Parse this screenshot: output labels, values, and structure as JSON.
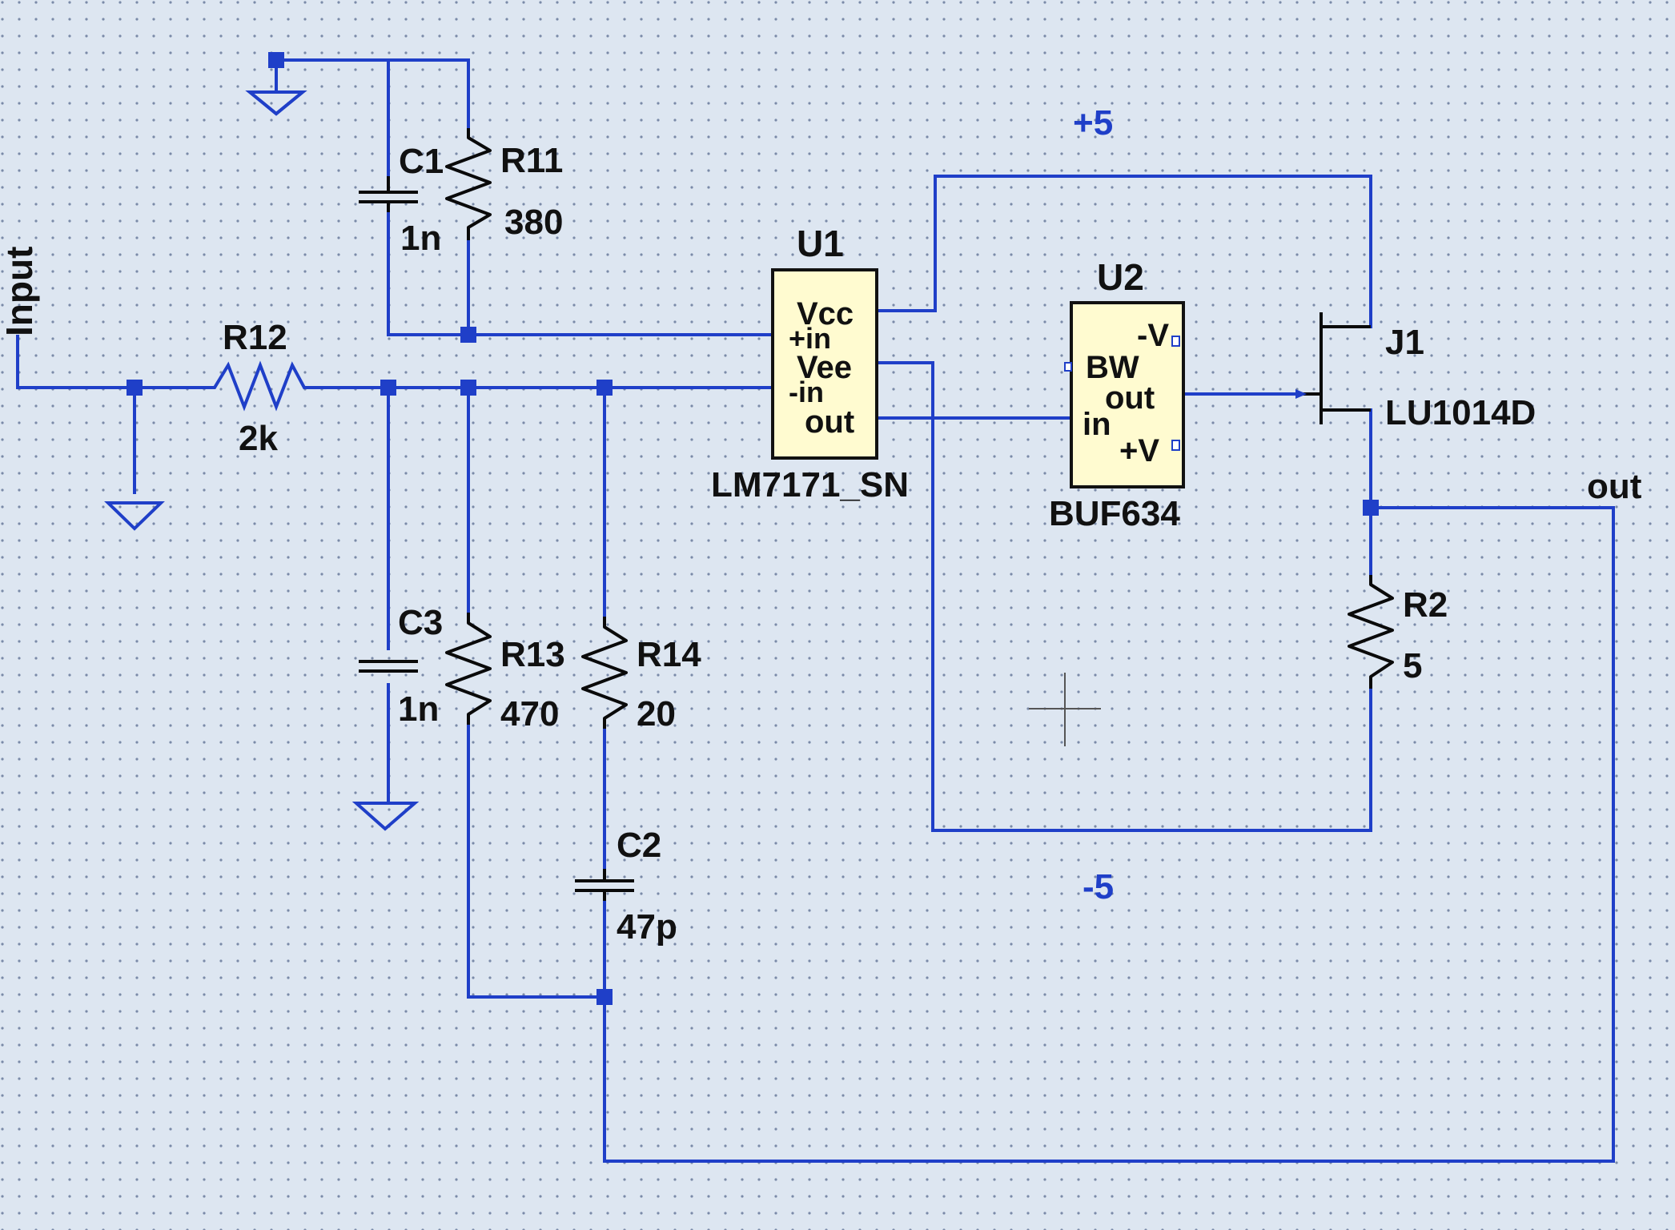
{
  "schematic": {
    "nets": {
      "input": "Input",
      "output": "out",
      "positive_rail": "+5",
      "negative_rail": "-5"
    },
    "components": {
      "R12": {
        "ref": "R12",
        "value": "2k"
      },
      "C1": {
        "ref": "C1",
        "value": "1n"
      },
      "R11": {
        "ref": "R11",
        "value": "380"
      },
      "C3": {
        "ref": "C3",
        "value": "1n"
      },
      "R13": {
        "ref": "R13",
        "value": "470"
      },
      "R14": {
        "ref": "R14",
        "value": "20"
      },
      "C2": {
        "ref": "C2",
        "value": "47p"
      },
      "U1": {
        "ref": "U1",
        "part": "LM7171_SN",
        "pins": {
          "vcc": "Vcc",
          "inp": "+in",
          "vee": "Vee",
          "inn": "-in",
          "out": "out"
        }
      },
      "U2": {
        "ref": "U2",
        "part": "BUF634",
        "pins": {
          "vneg": "-V",
          "bw": "BW",
          "out": "out",
          "in": "in",
          "vpos": "+V"
        }
      },
      "J1": {
        "ref": "J1",
        "part": "LU1014D"
      },
      "R2": {
        "ref": "R2",
        "value": "5"
      }
    },
    "colors": {
      "wire": "#1f3fc8",
      "background": "#dde6f1",
      "ic_fill": "#fffbd0",
      "symbol": "#0a0a0a"
    }
  }
}
